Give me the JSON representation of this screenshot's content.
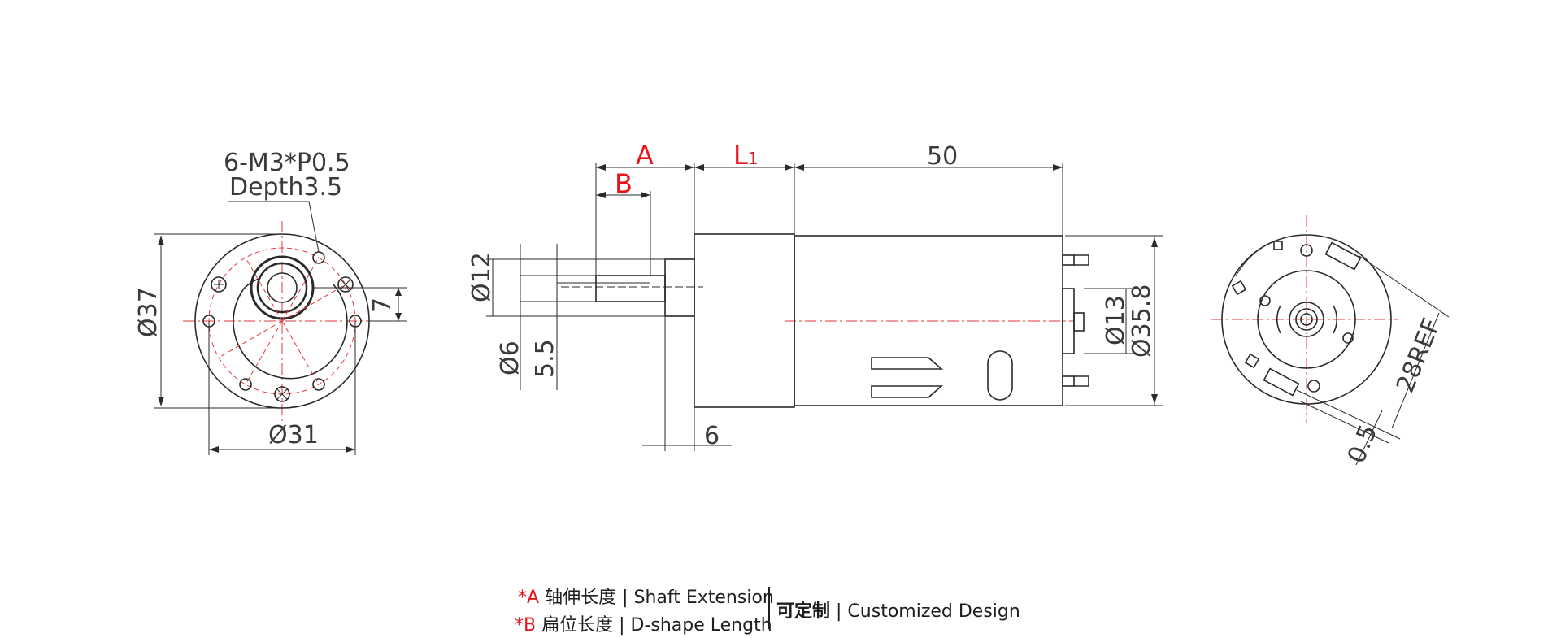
{
  "front_view": {
    "thread_note_line1": "6-M3*P0.5",
    "thread_note_line2": "Depth3.5",
    "dia_outer": "Ø37",
    "dia_bolt": "Ø31",
    "offset": "7"
  },
  "side_view": {
    "label_a": "A",
    "label_b": "B",
    "label_l1_main": "L",
    "label_l1_sub": "1",
    "length_motor": "50",
    "dia_shaft_boss": "Ø12",
    "dia_shaft": "Ø6",
    "d_flat": "5.5",
    "boss_len": "6",
    "dia_bearing": "Ø13",
    "dia_motor": "Ø35.8"
  },
  "rear_view": {
    "terminal_ref": "28REF",
    "offset": "0.5"
  },
  "legend": {
    "a_mark": "*A",
    "a_cn": "轴伸长度",
    "a_sep": " | ",
    "a_en": "Shaft Extension",
    "b_mark": "*B",
    "b_cn": "扁位长度",
    "b_sep": " | ",
    "b_en": "D-shape Length",
    "custom_cn": "可定制",
    "custom_sep": " | ",
    "custom_en": "Customized Design"
  },
  "colors": {
    "line": "#2a2a2a",
    "center_line": "#e23a3a",
    "accent": "#e8141c"
  }
}
